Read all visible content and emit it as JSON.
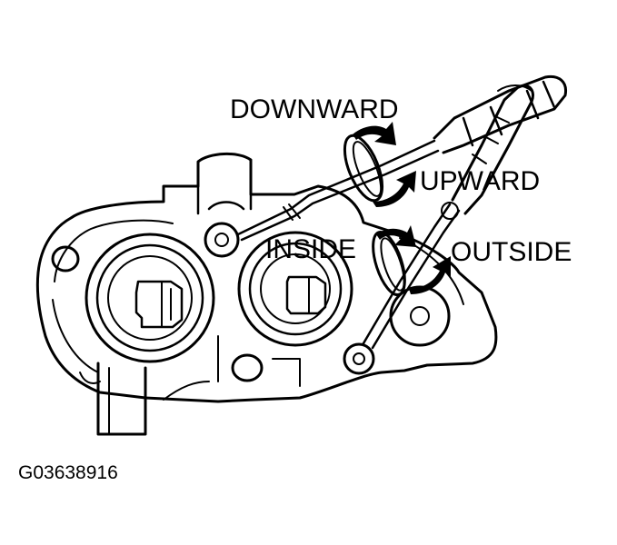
{
  "labels": {
    "downward": "DOWNWARD",
    "upward": "UPWARD",
    "inside": "INSIDE",
    "outside": "OUTSIDE"
  },
  "figure_id": "G03638916",
  "colors": {
    "ink": "#000000",
    "paper": "#ffffff"
  }
}
